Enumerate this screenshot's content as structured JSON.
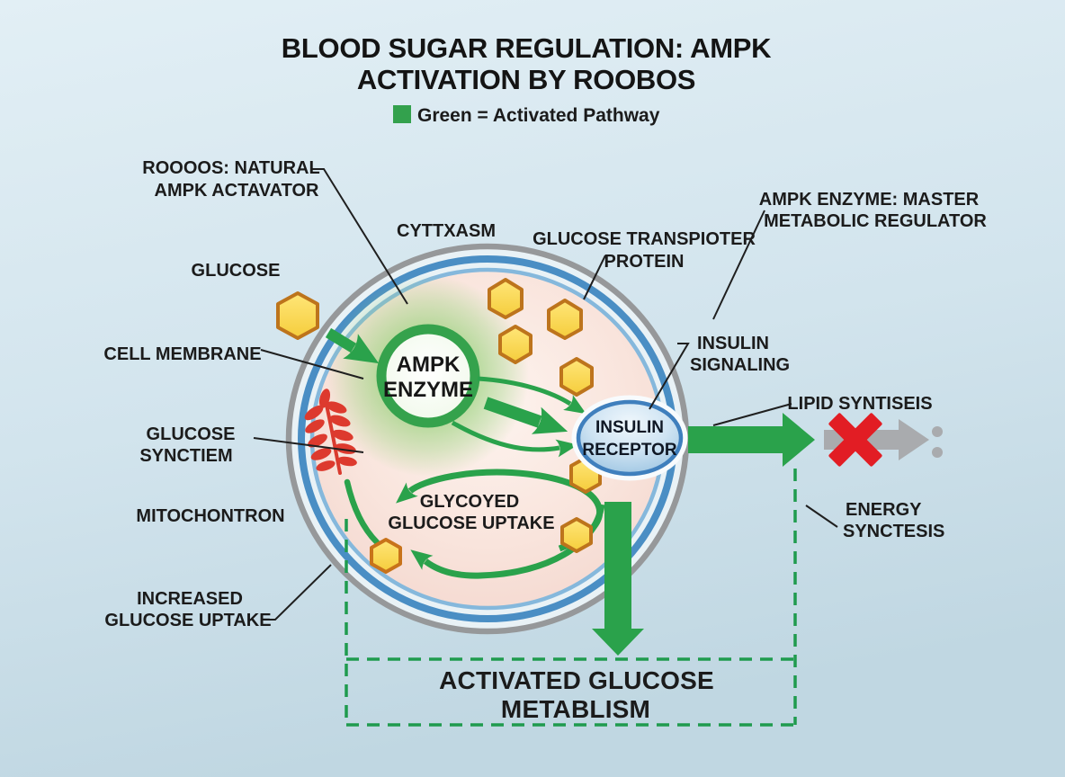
{
  "title": {
    "line1": "BLOOD SUGAR REGULATION: AMPK",
    "line2": "ACTIVATION BY ROOBOS"
  },
  "legend": {
    "label": "Green = Activated Pathway"
  },
  "callouts": {
    "roobos": {
      "line1": "ROOOOS: NATURAL",
      "line2": "AMPK ACTAVATOR"
    },
    "glucose": {
      "label": "GLUCOSE"
    },
    "cell_membrane": {
      "label": "CELL MEMBRANE"
    },
    "glucose_synctiem": {
      "line1": "GLUCOSE",
      "line2": "SYNCTIEM"
    },
    "mitochontron": {
      "label": "MITOCHONTRON"
    },
    "increased_glucose_uptake": {
      "line1": "INCREASED",
      "line2": "GLUCOSE UPTAKE"
    },
    "cytoplasm": {
      "label": "CYTTXASM"
    },
    "glucose_transporter": {
      "line1": "GLUCOSE TRANSPIOTER",
      "line2": "PROTEIN"
    },
    "ampk_master": {
      "line1": "AMPK ENZYME: MASTER",
      "line2": "METABOLIC REGULATOR"
    },
    "insulin_signaling": {
      "line1": "INSULIN",
      "line2": "SIGNALING"
    },
    "lipid_synthesis": {
      "label": "LIPID SYNTISEIS"
    },
    "energy_synthesis": {
      "line1": "ENERGY",
      "line2": "SYNCTESIS"
    }
  },
  "nodes": {
    "ampk_enzyme": {
      "line1": "AMPK",
      "line2": "ENZYME"
    },
    "insulin_receptor": {
      "line1": "INSULIN",
      "line2": "RECEPTOR"
    },
    "glucose_uptake_cycle": {
      "line1": "GLYCOYED",
      "line2": "GLUCOSE UPTAKE"
    },
    "activated_metabolism": {
      "line1": "ACTIVATED GLUCOSE",
      "line2": "METABLISM"
    }
  },
  "icons": {
    "glucose_molecule": "yellow-hexagon",
    "glucose_synthesis": "red-fern-leaf",
    "blocked_pathway": "red-x-cross",
    "activated_pathway": "green-arrow"
  },
  "colors": {
    "background_top": "#e0eef4",
    "background_bottom": "#c3d9e4",
    "pathway_green": "#2aa24b",
    "dashed_green": "#1f9b4e",
    "activated_text_green": "#1d9b4f",
    "legend_green": "#33a14d",
    "membrane_gray": "#96989a",
    "membrane_blue": "#4a8ec4",
    "cytoplasm_pink": "#f7e0d8",
    "glucose_fill": "#fbda52",
    "glucose_border": "#bd741c",
    "receptor_blue": "#3f7fbd",
    "blocked_red": "#e21d24",
    "fern_red": "#dd3a2e",
    "gray_arrow": "#a9abae",
    "label_text": "#1b1b1b"
  }
}
